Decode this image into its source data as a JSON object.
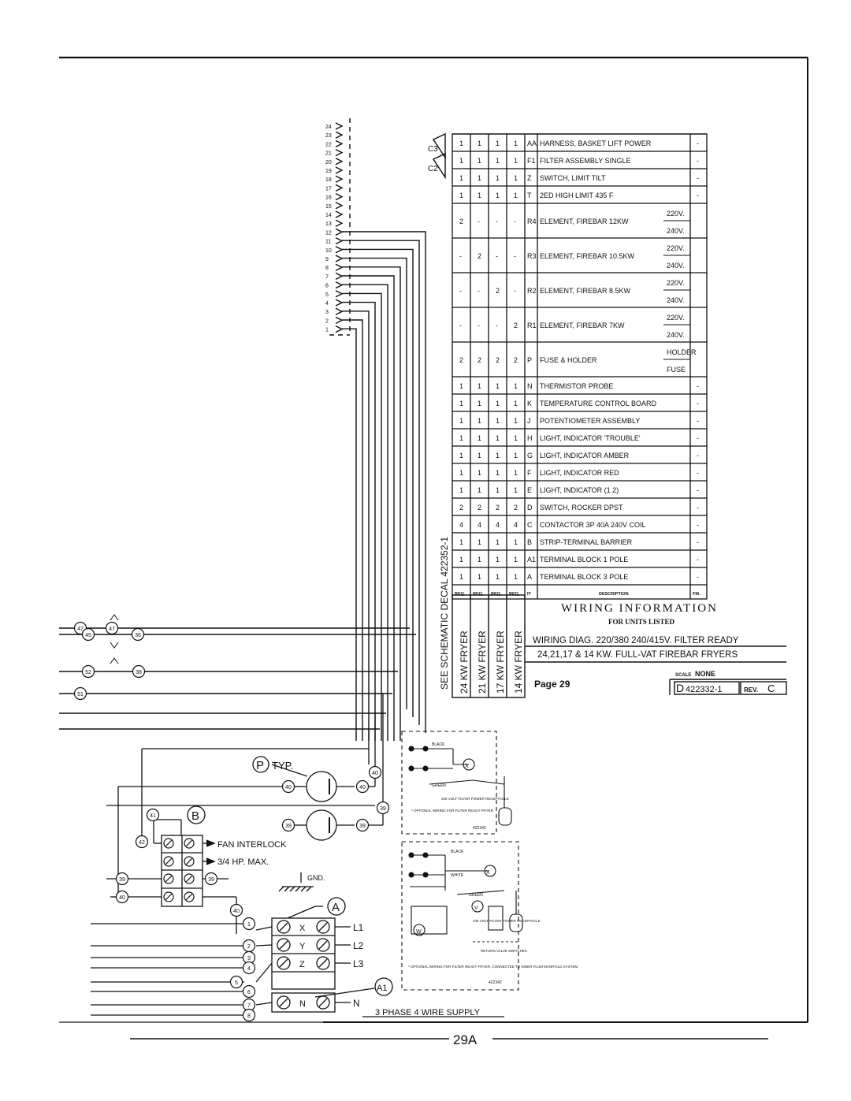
{
  "page": {
    "number": "29A"
  },
  "connector_pins": [
    "24",
    "23",
    "22",
    "21",
    "20",
    "19",
    "18",
    "17",
    "16",
    "15",
    "14",
    "13",
    "12",
    "11",
    "10",
    "9",
    "8",
    "7",
    "6",
    "5",
    "4",
    "3",
    "2",
    "1"
  ],
  "revision_marks": [
    "C3",
    "C2"
  ],
  "parts_table": {
    "rows": [
      {
        "q24": "1",
        "q21": "1",
        "q17": "1",
        "q14": "1",
        "item": "AA",
        "desc": "HARNESS, BASKET LIFT POWER",
        "fm": "-"
      },
      {
        "q24": "1",
        "q21": "1",
        "q17": "1",
        "q14": "1",
        "item": "F1",
        "desc": "FILTER ASSEMBLY SINGLE",
        "fm": "-"
      },
      {
        "q24": "1",
        "q21": "1",
        "q17": "1",
        "q14": "1",
        "item": "Z",
        "desc": "SWITCH, LIMIT TILT",
        "fm": "-"
      },
      {
        "q24": "1",
        "q21": "1",
        "q17": "1",
        "q14": "1",
        "item": "T",
        "desc": "2ED HIGH LIMIT 435 F",
        "fm": "-"
      },
      {
        "q24": "2",
        "q21": "-",
        "q17": "-",
        "q14": "-",
        "item": "R4",
        "desc": "ELEMENT, FIREBAR 12KW",
        "fm_top": "220V.",
        "fm_bot": "240V."
      },
      {
        "q24": "-",
        "q21": "2",
        "q17": "-",
        "q14": "-",
        "item": "R3",
        "desc": "ELEMENT, FIREBAR 10.5KW",
        "fm_top": "220V.",
        "fm_bot": "240V."
      },
      {
        "q24": "-",
        "q21": "-",
        "q17": "2",
        "q14": "-",
        "item": "R2",
        "desc": "ELEMENT, FIREBAR 8.5KW",
        "fm_top": "220V.",
        "fm_bot": "240V."
      },
      {
        "q24": "-",
        "q21": "-",
        "q17": "-",
        "q14": "2",
        "item": "R1",
        "desc": "ELEMENT, FIREBAR 7KW",
        "fm_top": "220V.",
        "fm_bot": "240V."
      },
      {
        "q24": "2",
        "q21": "2",
        "q17": "2",
        "q14": "2",
        "item": "P",
        "desc": "FUSE & HOLDER",
        "fm_top": "HOLDER",
        "fm_bot": "FUSE"
      },
      {
        "q24": "1",
        "q21": "1",
        "q17": "1",
        "q14": "1",
        "item": "N",
        "desc": "THERMISTOR PROBE",
        "fm": "-"
      },
      {
        "q24": "1",
        "q21": "1",
        "q17": "1",
        "q14": "1",
        "item": "K",
        "desc": "TEMPERATURE CONTROL BOARD",
        "fm": "-"
      },
      {
        "q24": "1",
        "q21": "1",
        "q17": "1",
        "q14": "1",
        "item": "J",
        "desc": "POTENTIOMETER ASSEMBLY",
        "fm": "-"
      },
      {
        "q24": "1",
        "q21": "1",
        "q17": "1",
        "q14": "1",
        "item": "H",
        "desc": "LIGHT, INDICATOR 'TROUBLE'",
        "fm": "-"
      },
      {
        "q24": "1",
        "q21": "1",
        "q17": "1",
        "q14": "1",
        "item": "G",
        "desc": "LIGHT, INDICATOR AMBER",
        "fm": "-"
      },
      {
        "q24": "1",
        "q21": "1",
        "q17": "1",
        "q14": "1",
        "item": "F",
        "desc": "LIGHT, INDICATOR RED",
        "fm": "-"
      },
      {
        "q24": "1",
        "q21": "1",
        "q17": "1",
        "q14": "1",
        "item": "E",
        "desc": "LIGHT, INDICATOR (1 2)",
        "fm": "-"
      },
      {
        "q24": "2",
        "q21": "2",
        "q17": "2",
        "q14": "2",
        "item": "D",
        "desc": "SWITCH, ROCKER DPST",
        "fm": "-"
      },
      {
        "q24": "4",
        "q21": "4",
        "q17": "4",
        "q14": "4",
        "item": "C",
        "desc": "CONTACTOR 3P 40A 240V COIL",
        "fm": "-"
      },
      {
        "q24": "1",
        "q21": "1",
        "q17": "1",
        "q14": "1",
        "item": "B",
        "desc": "STRIP-TERMINAL BARRIER",
        "fm": "-"
      },
      {
        "q24": "1",
        "q21": "1",
        "q17": "1",
        "q14": "1",
        "item": "A1",
        "desc": "TERMINAL BLOCK 1 POLE",
        "fm": "-"
      },
      {
        "q24": "1",
        "q21": "1",
        "q17": "1",
        "q14": "1",
        "item": "A",
        "desc": "TERMINAL BLOCK 3 POLE",
        "fm": "-"
      }
    ],
    "header": {
      "req": "REQ.",
      "item": "IT",
      "desc": "DESCRIPTION",
      "fm": "FM."
    }
  },
  "title_block": {
    "schematic_note": "SEE SCHEMATIC DECAL 422352-1",
    "columns": [
      "24 KW FRYER",
      "21 KW FRYER",
      "17 KW FRYER",
      "14 KW FRYER"
    ],
    "heading": "WIRING INFORMATION",
    "sub": "FOR UNITS LISTED",
    "line1": "WIRING DIAG. 220/380 240/415V. FILTER READY",
    "line2": "24,21,17 & 14 KW. FULL-VAT FIREBAR FRYERS",
    "page_label": "Page 29",
    "scale_label": "SCALE",
    "scale_value": "NONE",
    "drawing_no": "422332-1",
    "size": "D",
    "rev_label": "REV.",
    "rev_value": "C"
  },
  "schematic": {
    "fuse_label": "P",
    "typ": "TYP.",
    "strip_label": "B",
    "fan_interlock": "FAN INTERLOCK",
    "fan_hp": "3/4 HP. MAX.",
    "ground": "GND.",
    "tb_label": "A",
    "tb1_label": "A1",
    "lines": [
      "L1",
      "L2",
      "L3",
      "N"
    ],
    "supply": "3 PHASE 4 WIRE SUPPLY",
    "wire_numbers": [
      "40",
      "39",
      "41",
      "42",
      "1",
      "2",
      "3",
      "4",
      "5",
      "6",
      "7",
      "8",
      "47",
      "45",
      "36",
      "52",
      "38",
      "51"
    ],
    "tb_letters": [
      "X",
      "Y",
      "Z",
      "N"
    ]
  },
  "inset1": {
    "note": "* OPTIONAL WIRING FOR FILTER READY FRYER",
    "part": "422342",
    "receptacle": "240 VOLT FILTER POWER RECEPTACLE",
    "black": "BLACK",
    "green": "GREEN",
    "x": "X"
  },
  "inset2": {
    "note": "* OPTIONAL WIRING FOR FILTER READY FRYER, CONNECTED TO INNER FLUM MANIFOLD SYSTEM",
    "part": "422342",
    "receptacle": "240 VOLT FILTER POWER RECEPTACLE",
    "return": "RETURN VALVE SWITCHES",
    "x": "X",
    "v": "V",
    "w": "W",
    "black": "BLACK",
    "white": "WHITE",
    "green": "GREEN"
  }
}
